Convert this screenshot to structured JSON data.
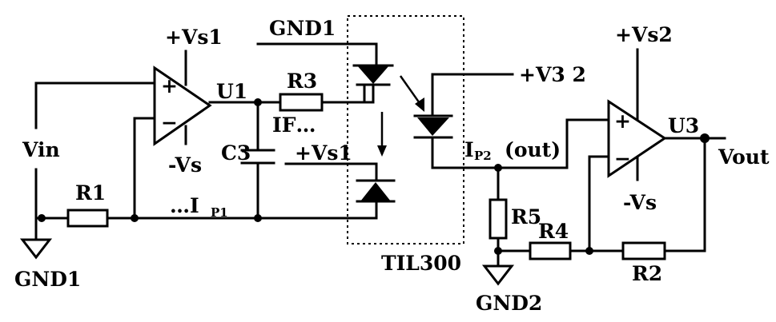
{
  "labels": {
    "vs1_u1": "+Vs1",
    "neg_vs_u1": "-Vs",
    "u1": "U1",
    "gnd1_top": "GND1",
    "r3": "R3",
    "if_label": "IF…",
    "vs2_rail": "+V3 2",
    "c3": "C3",
    "vs1_mid": "+Vs1",
    "ip2_main": "I",
    "ip2_sub": "P2",
    "out_text": "(out)",
    "vin": "Vin",
    "r1": "R1",
    "ip1_prefix": "…I",
    "ip1_sub": "P1",
    "gnd1_bottom": "GND1",
    "r5": "R5",
    "r4": "R4",
    "r2": "R2",
    "gnd2": "GND2",
    "til300": "TIL300",
    "vs2_u3": "+Vs2",
    "u3": "U3",
    "vout": "Vout",
    "neg_vs_u3": "-Vs",
    "plus_u1": "+",
    "minus_u1": "−",
    "plus_u3": "+",
    "minus_u3": "−"
  }
}
